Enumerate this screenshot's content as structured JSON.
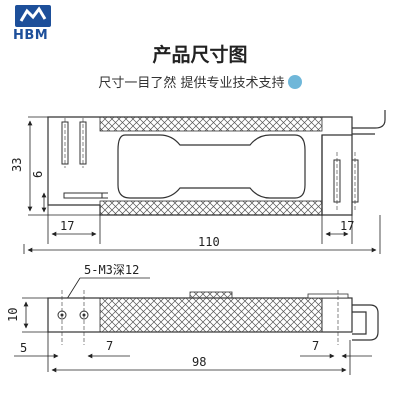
{
  "logo": {
    "text": "HBM",
    "icon": "hbm-logo-icon"
  },
  "title": "产品尺寸图",
  "subtitle": "尺寸一目了然 提供专业技术支持",
  "subtitle_icon": "water-drop-emoji-icon",
  "top_view": {
    "dims": {
      "height": "33",
      "offset": "6",
      "left": "17",
      "right": "17",
      "length": "110"
    }
  },
  "bottom_view": {
    "thread_callout": "5-M3深12",
    "dims": {
      "height": "10",
      "left_edge": "5",
      "hole_spacing": "7",
      "right_spacing": "7",
      "length": "98"
    }
  },
  "colors": {
    "logo_blue": "#1d4f9a",
    "line": "#333333",
    "hatch": "#555555"
  }
}
